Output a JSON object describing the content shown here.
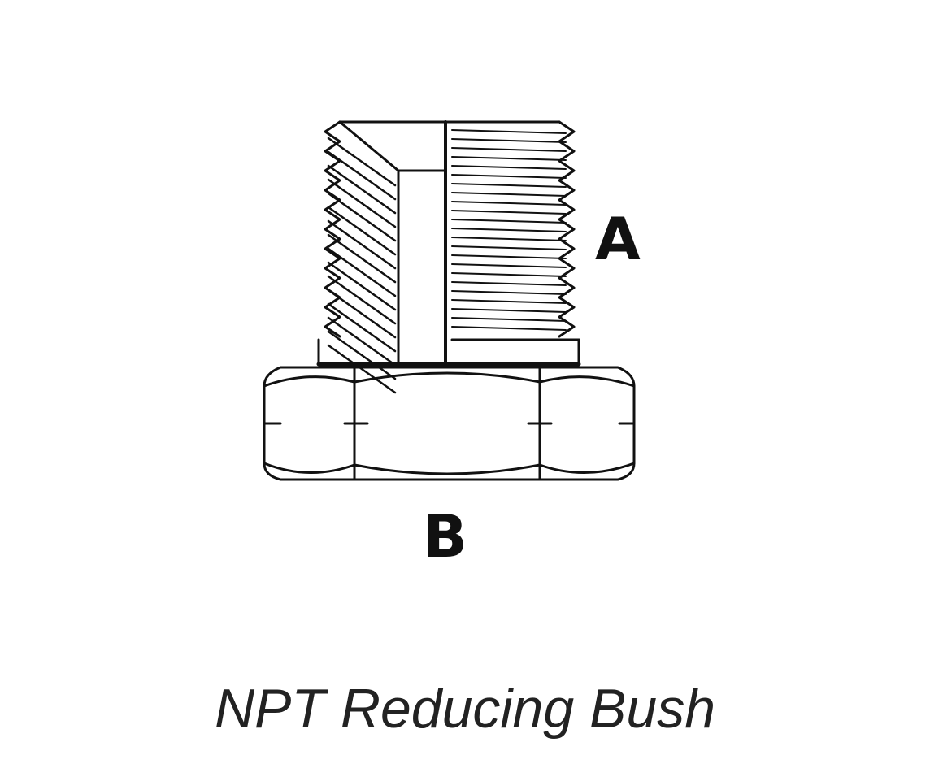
{
  "diagram": {
    "label_a": "A",
    "label_b": "B",
    "caption": "NPT Reducing Bush"
  },
  "colors": {
    "line": "#111111",
    "background": "#ffffff",
    "caption": "#222222"
  }
}
